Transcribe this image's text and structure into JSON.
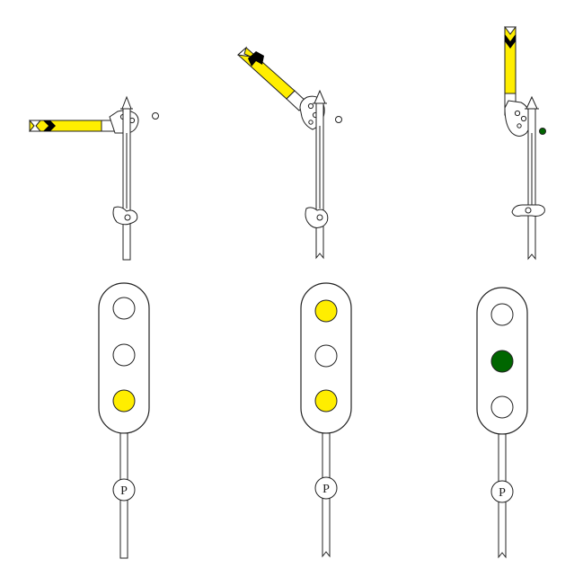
{
  "colors": {
    "yellow": "#ffee00",
    "green": "#006600",
    "black": "#000000",
    "outline": "#222222",
    "unlit": "#ffffff"
  },
  "semaphores": [
    {
      "position": "horizontal",
      "angle_deg": 0,
      "indicator": "unlit"
    },
    {
      "position": "inclined",
      "angle_deg": 40,
      "indicator": "unlit"
    },
    {
      "position": "vertical",
      "angle_deg": 90,
      "indicator": "green"
    }
  ],
  "light_signals": [
    {
      "top": "unlit",
      "middle": "unlit",
      "bottom": "yellow",
      "plate": "P"
    },
    {
      "top": "yellow",
      "middle": "unlit",
      "bottom": "yellow",
      "plate": "P"
    },
    {
      "top": "unlit",
      "middle": "green",
      "bottom": "unlit",
      "plate": "P"
    }
  ]
}
